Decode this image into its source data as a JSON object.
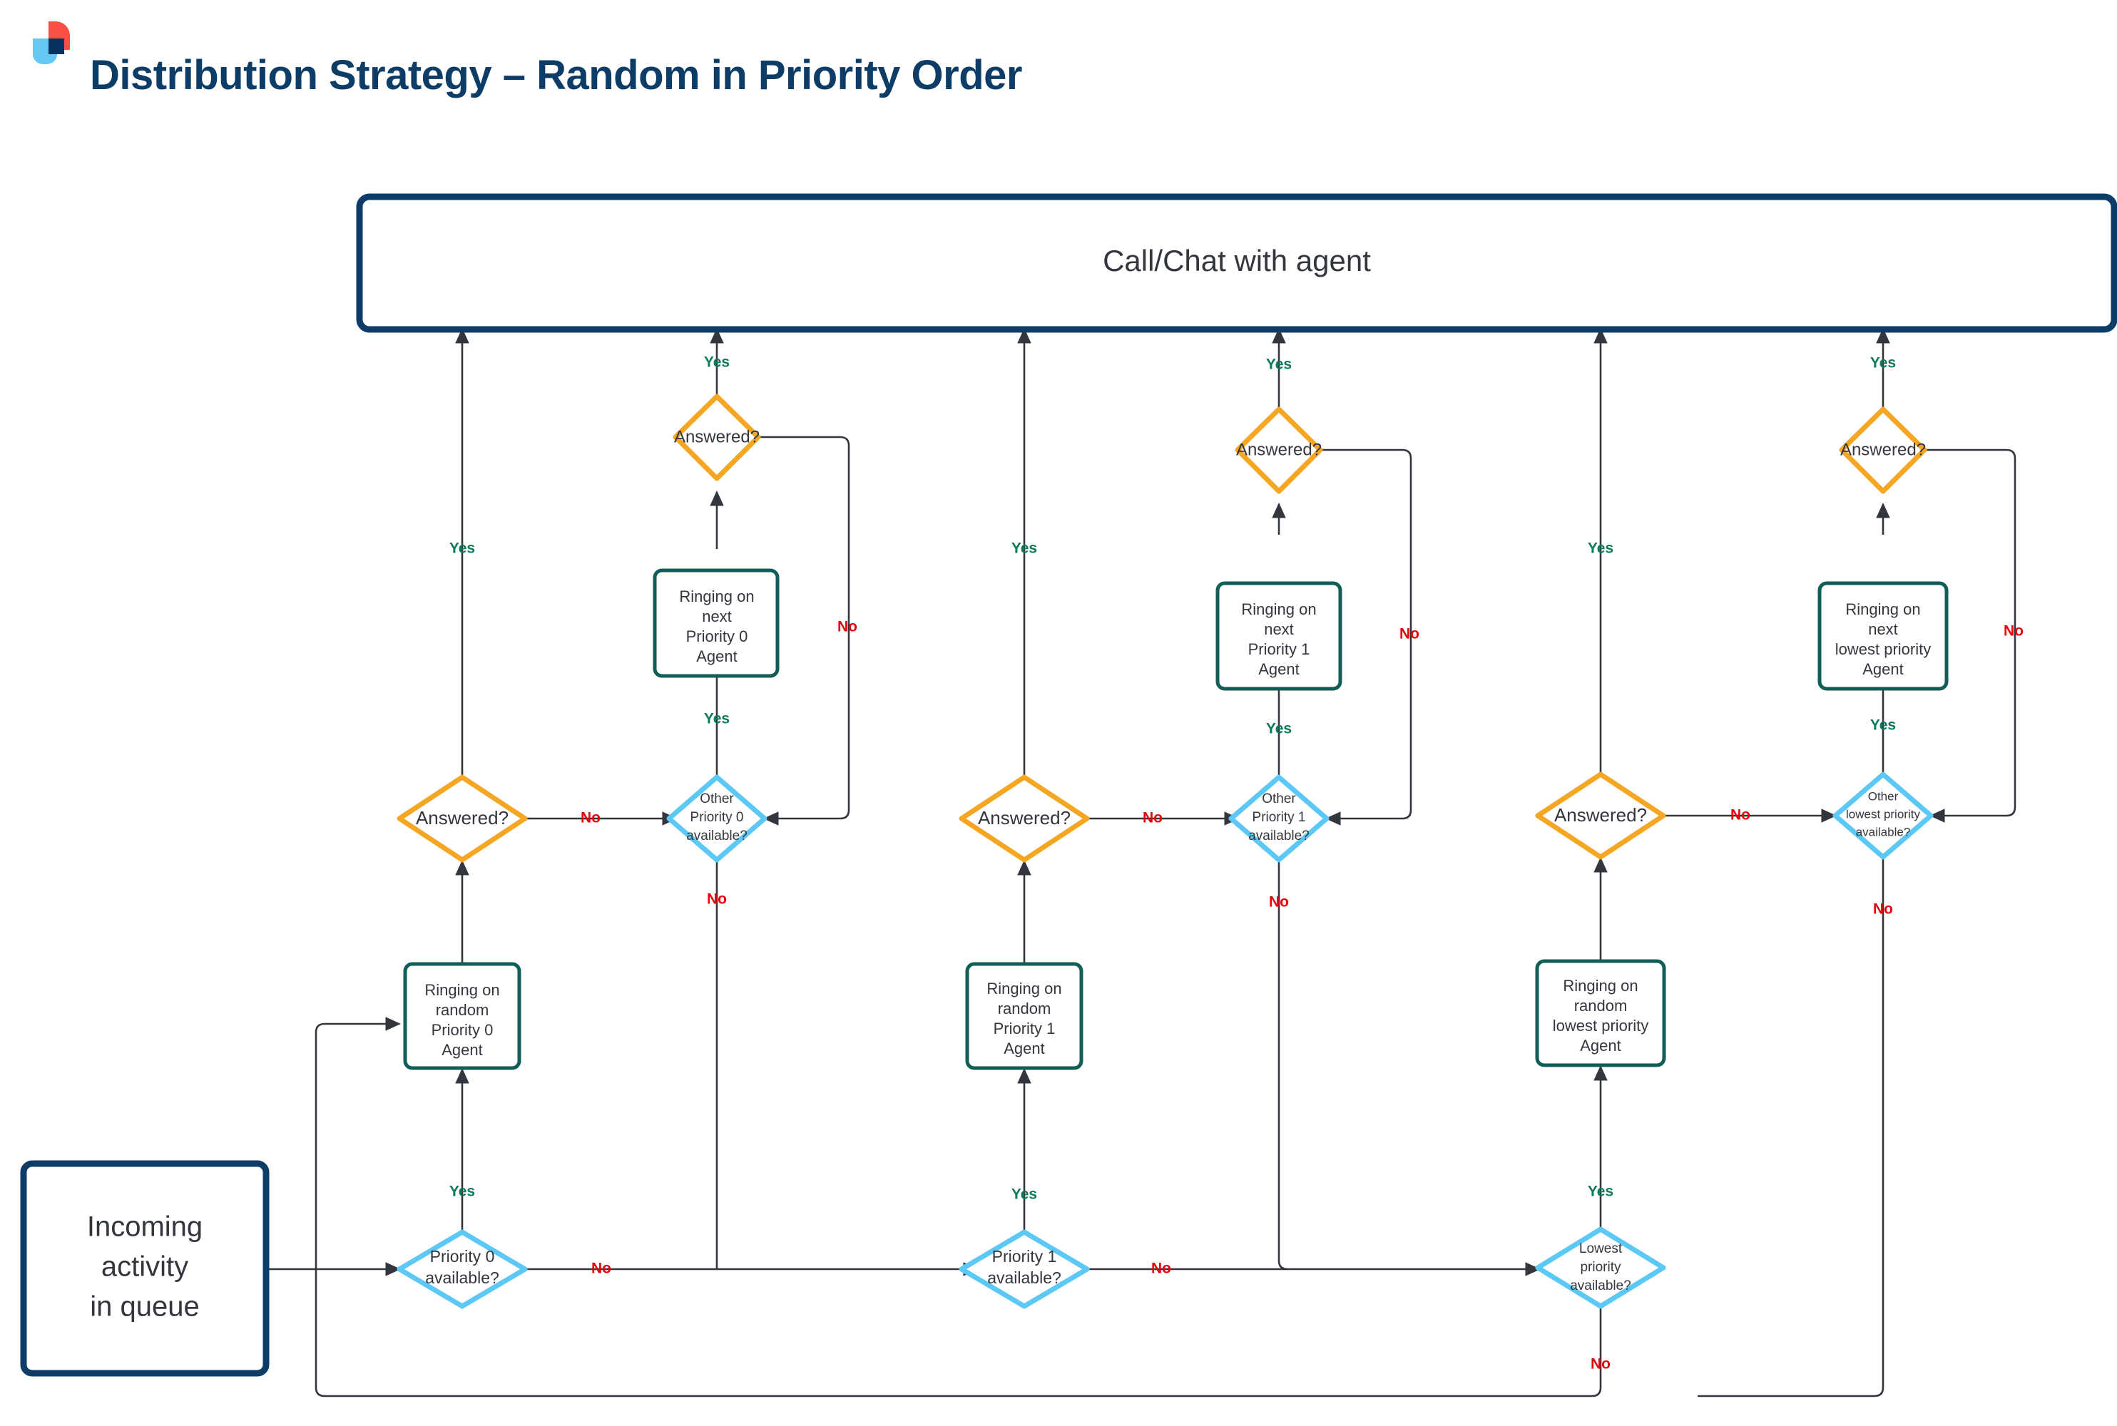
{
  "header": {
    "title": "Distribution Strategy – Random in Priority Order",
    "logo_name": "brand-logo",
    "title_color": "#0d3c66"
  },
  "colors": {
    "navy": "#0d3c66",
    "teal": "#115e59",
    "light_blue": "#5cc8f5",
    "orange": "#f5a623",
    "yes_green": "#0a7b5a",
    "no_red": "#e8000b",
    "edge_gray": "#33373d",
    "logo_red": "#fb4f45",
    "logo_blue": "#64c8f5",
    "logo_navy": "#06325e"
  },
  "nodes": {
    "terminal_top": {
      "label": "Call/Chat with agent",
      "shape": "rounded-rect",
      "color": "navy"
    },
    "start": {
      "label_lines": [
        "Incoming",
        "activity",
        "in queue"
      ],
      "shape": "rounded-rect",
      "color": "navy"
    },
    "p0_available": {
      "label_lines": [
        "Priority 0",
        "available?"
      ],
      "shape": "diamond",
      "color": "light_blue"
    },
    "p0_ring_random": {
      "label_lines": [
        "Ringing on",
        "random",
        "Priority 0",
        "Agent"
      ],
      "shape": "rounded-rect",
      "color": "teal"
    },
    "p0_answered_lower": {
      "label_lines": [
        "Answered?"
      ],
      "shape": "diamond",
      "color": "orange"
    },
    "p0_other_available": {
      "label_lines": [
        "Other",
        "Priority 0",
        "available?"
      ],
      "shape": "diamond",
      "color": "light_blue"
    },
    "p0_ring_next": {
      "label_lines": [
        "Ringing on",
        "next",
        "Priority 0",
        "Agent"
      ],
      "shape": "rounded-rect",
      "color": "teal"
    },
    "p0_answered_upper": {
      "label_lines": [
        "Answered?"
      ],
      "shape": "diamond",
      "color": "orange"
    },
    "p1_available": {
      "label_lines": [
        "Priority 1",
        "available?"
      ],
      "shape": "diamond",
      "color": "light_blue"
    },
    "p1_ring_random": {
      "label_lines": [
        "Ringing on",
        "random",
        "Priority 1",
        "Agent"
      ],
      "shape": "rounded-rect",
      "color": "teal"
    },
    "p1_answered_lower": {
      "label_lines": [
        "Answered?"
      ],
      "shape": "diamond",
      "color": "orange"
    },
    "p1_other_available": {
      "label_lines": [
        "Other",
        "Priority 1",
        "available?"
      ],
      "shape": "diamond",
      "color": "light_blue"
    },
    "p1_ring_next": {
      "label_lines": [
        "Ringing on",
        "next",
        "Priority 1",
        "Agent"
      ],
      "shape": "rounded-rect",
      "color": "teal"
    },
    "p1_answered_upper": {
      "label_lines": [
        "Answered?"
      ],
      "shape": "diamond",
      "color": "orange"
    },
    "lp_available": {
      "label_lines": [
        "Lowest",
        "priority",
        "available?"
      ],
      "shape": "diamond",
      "color": "light_blue"
    },
    "lp_ring_random": {
      "label_lines": [
        "Ringing on",
        "random",
        "lowest priority",
        "Agent"
      ],
      "shape": "rounded-rect",
      "color": "teal"
    },
    "lp_answered_lower": {
      "label_lines": [
        "Answered?"
      ],
      "shape": "diamond",
      "color": "orange"
    },
    "lp_other_available": {
      "label_lines": [
        "Other",
        "lowest priority",
        "available?"
      ],
      "shape": "diamond",
      "color": "light_blue"
    },
    "lp_ring_next": {
      "label_lines": [
        "Ringing on",
        "next",
        "lowest priority",
        "Agent"
      ],
      "shape": "rounded-rect",
      "color": "teal"
    },
    "lp_answered_upper": {
      "label_lines": [
        "Answered?"
      ],
      "shape": "diamond",
      "color": "orange"
    }
  },
  "edge_labels": {
    "yes": "Yes",
    "no": "No"
  },
  "edges": [
    {
      "from": "start",
      "to": "p0_available",
      "label": ""
    },
    {
      "from": "p0_available",
      "to": "p0_ring_random",
      "label": "Yes"
    },
    {
      "from": "p0_available",
      "to": "p1_available",
      "label": "No"
    },
    {
      "from": "p0_ring_random",
      "to": "p0_answered_lower",
      "label": ""
    },
    {
      "from": "p0_answered_lower",
      "to": "terminal_top",
      "label": "Yes"
    },
    {
      "from": "p0_answered_lower",
      "to": "p0_other_available",
      "label": "No"
    },
    {
      "from": "p0_other_available",
      "to": "p0_ring_next",
      "label": "Yes"
    },
    {
      "from": "p0_other_available",
      "to": "p1_available",
      "label": "No"
    },
    {
      "from": "p0_ring_next",
      "to": "p0_answered_upper",
      "label": ""
    },
    {
      "from": "p0_answered_upper",
      "to": "terminal_top",
      "label": "Yes"
    },
    {
      "from": "p0_answered_upper",
      "to": "p0_other_available",
      "label": "No"
    },
    {
      "from": "p1_available",
      "to": "p1_ring_random",
      "label": "Yes"
    },
    {
      "from": "p1_available",
      "to": "lp_available",
      "label": "No"
    },
    {
      "from": "p1_ring_random",
      "to": "p1_answered_lower",
      "label": ""
    },
    {
      "from": "p1_answered_lower",
      "to": "terminal_top",
      "label": "Yes"
    },
    {
      "from": "p1_answered_lower",
      "to": "p1_other_available",
      "label": "No"
    },
    {
      "from": "p1_other_available",
      "to": "p1_ring_next",
      "label": "Yes"
    },
    {
      "from": "p1_other_available",
      "to": "lp_available",
      "label": "No"
    },
    {
      "from": "p1_ring_next",
      "to": "p1_answered_upper",
      "label": ""
    },
    {
      "from": "p1_answered_upper",
      "to": "terminal_top",
      "label": "Yes"
    },
    {
      "from": "p1_answered_upper",
      "to": "p1_other_available",
      "label": "No"
    },
    {
      "from": "lp_available",
      "to": "lp_ring_random",
      "label": "Yes"
    },
    {
      "from": "lp_available",
      "to": "p0_ring_random",
      "label": "No"
    },
    {
      "from": "lp_ring_random",
      "to": "lp_answered_lower",
      "label": ""
    },
    {
      "from": "lp_answered_lower",
      "to": "terminal_top",
      "label": "Yes"
    },
    {
      "from": "lp_answered_lower",
      "to": "lp_other_available",
      "label": "No"
    },
    {
      "from": "lp_other_available",
      "to": "lp_ring_next",
      "label": "Yes"
    },
    {
      "from": "lp_other_available",
      "to": "p0_ring_random",
      "label": "No"
    },
    {
      "from": "lp_ring_next",
      "to": "lp_answered_upper",
      "label": ""
    },
    {
      "from": "lp_answered_upper",
      "to": "terminal_top",
      "label": "Yes"
    },
    {
      "from": "lp_answered_upper",
      "to": "lp_other_available",
      "label": "No"
    }
  ]
}
